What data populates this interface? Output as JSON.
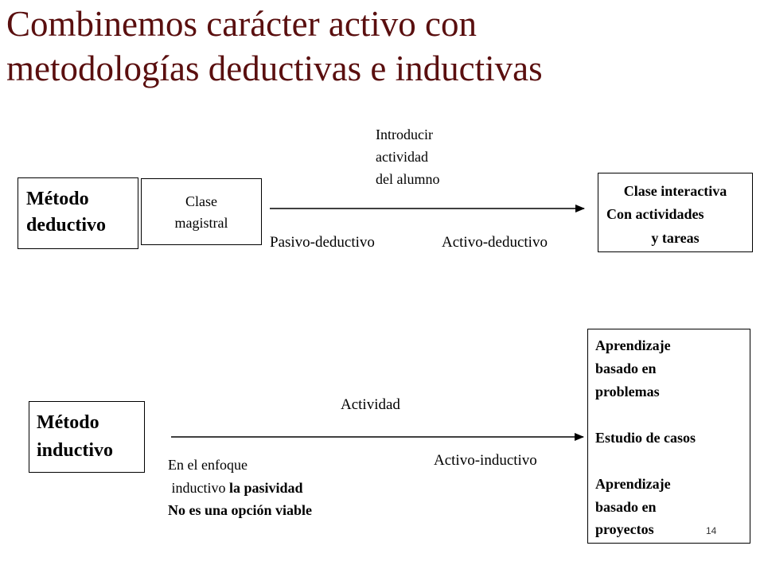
{
  "title": {
    "line1": "Combinemos carácter activo con",
    "line2": "metodologías deductivas e inductivas"
  },
  "deductive": {
    "method_line1": "Método",
    "method_line2": "deductivo",
    "start_line1": "Clase",
    "start_line2": "magistral",
    "above_line1": "Introducir",
    "above_line2": "actividad",
    "above_line3": "del alumno",
    "left_label": "Pasivo-deductivo",
    "right_label": "Activo-deductivo",
    "result_line1": "Clase interactiva",
    "result_line2": "Con actividades",
    "result_line3": "y tareas"
  },
  "inductive": {
    "method_line1": "Método",
    "method_line2": "inductivo",
    "above_label": "Actividad",
    "right_label": "Activo-inductivo",
    "note_line1": "En el enfoque",
    "note_line2_plain": " inductivo ",
    "note_line2_bold": "la pasividad",
    "note_line3": "No es una opción viable",
    "result_items": [
      "Aprendizaje",
      "basado en",
      "problemas",
      "",
      "Estudio de casos",
      "",
      "Aprendizaje",
      "basado en",
      "proyectos"
    ]
  },
  "slide_number": "14",
  "colors": {
    "title": "#5a0f0f",
    "text": "#000000",
    "arrow": "#000000"
  }
}
